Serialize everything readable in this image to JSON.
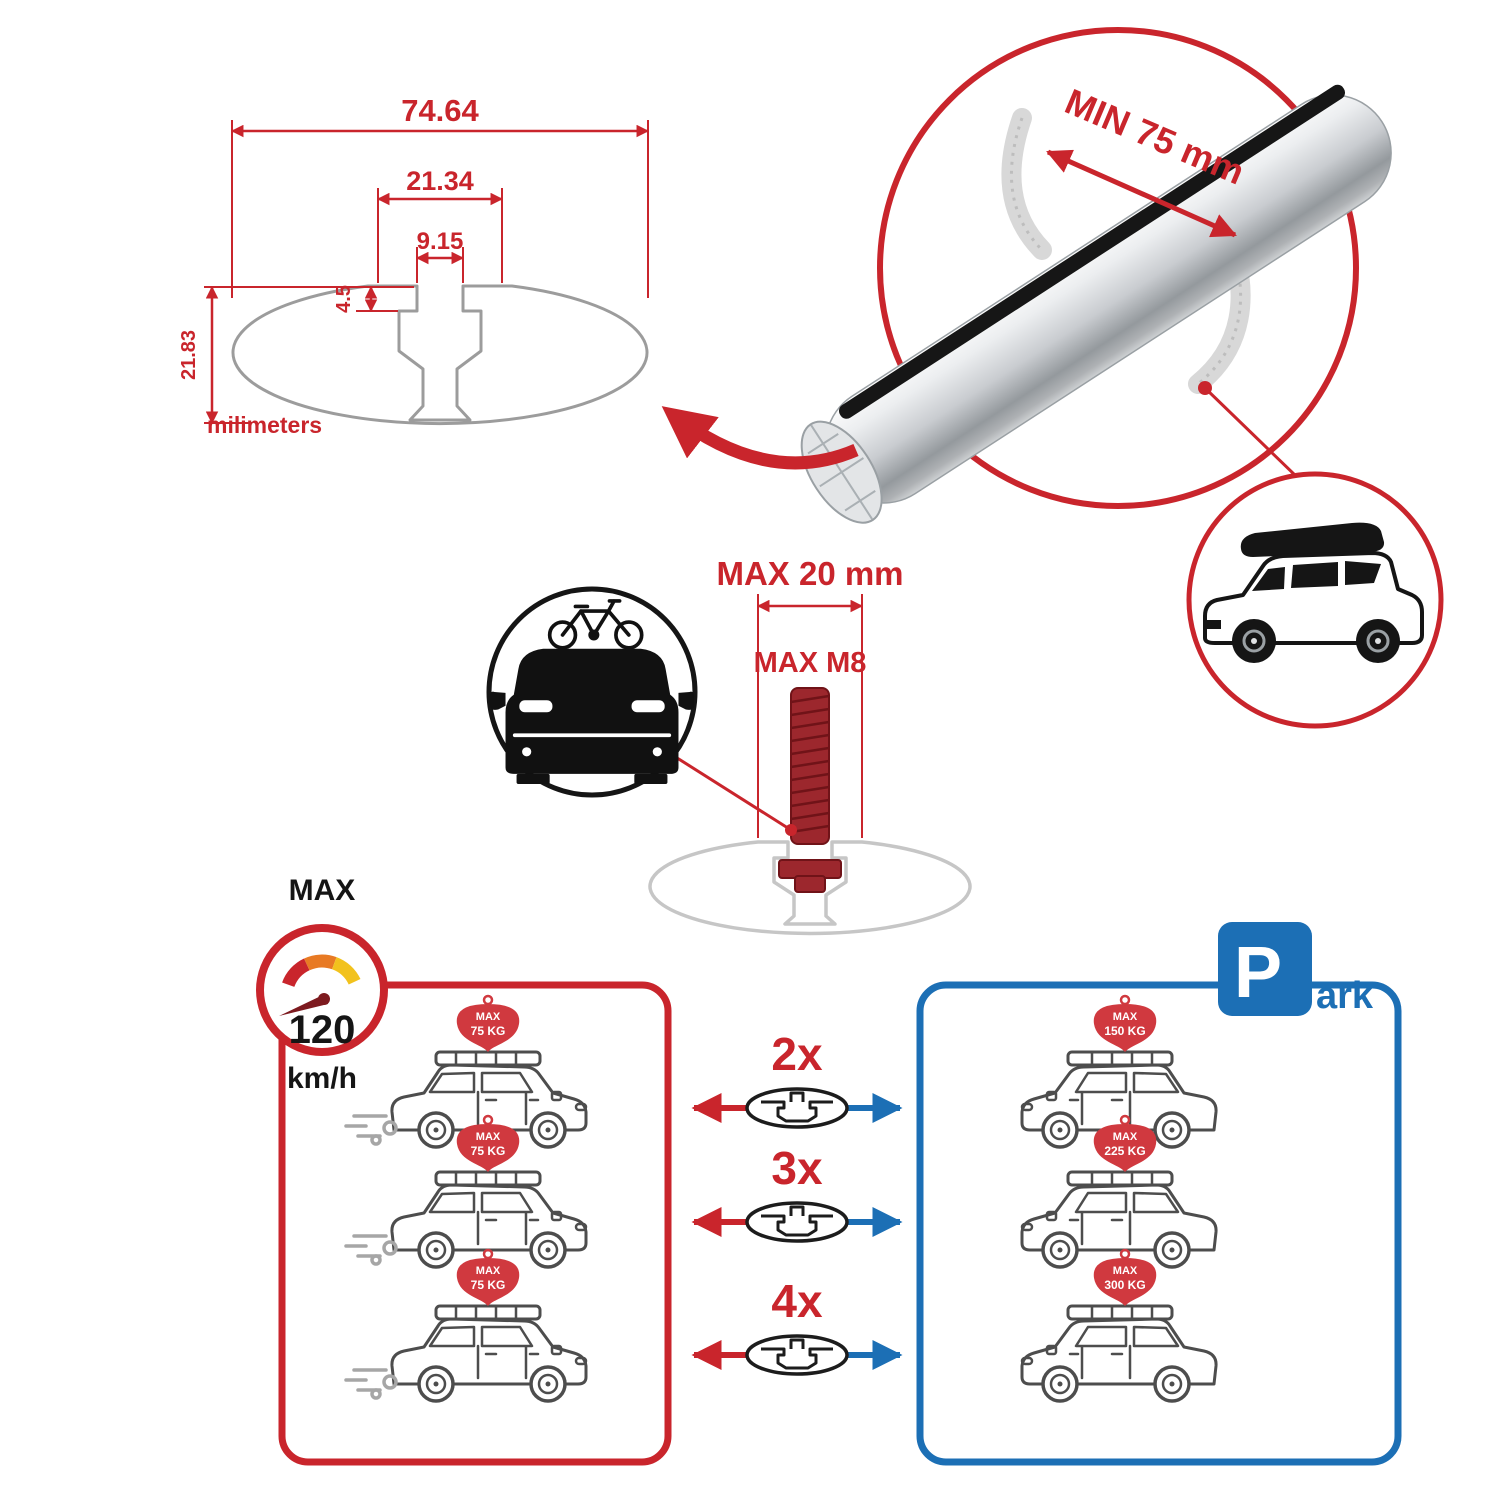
{
  "colors": {
    "accent_red": "#c9252c",
    "accent_blue": "#1c6fb5",
    "drawing_gray": "#9c9c9c",
    "bolt_dark_red": "#9c272d"
  },
  "cross_section": {
    "total_width": "74.64",
    "channel_width": "21.34",
    "slot_width": "9.15",
    "slot_depth": "4.5",
    "total_height": "21.83",
    "unit_label": "milimeters"
  },
  "bar_detail": {
    "min_clamp_span": "MIN 75 mm"
  },
  "bolt_detail": {
    "max_channel_width": "MAX 20 mm",
    "max_bolt_size": "MAX M8"
  },
  "speed_limit": {
    "label": "MAX",
    "value": "120",
    "unit": "km/h"
  },
  "park_sign": {
    "letter": "P",
    "suffix": "ark"
  },
  "load_comparison": {
    "multipliers": [
      "2x",
      "3x",
      "4x"
    ],
    "driving_cars": [
      {
        "flag_label": "MAX",
        "flag_weight": "75 KG"
      },
      {
        "flag_label": "MAX",
        "flag_weight": "75 KG"
      },
      {
        "flag_label": "MAX",
        "flag_weight": "75 KG"
      }
    ],
    "parked_cars": [
      {
        "flag_label": "MAX",
        "flag_weight": "150 KG"
      },
      {
        "flag_label": "MAX",
        "flag_weight": "225 KG"
      },
      {
        "flag_label": "MAX",
        "flag_weight": "300 KG"
      }
    ]
  }
}
